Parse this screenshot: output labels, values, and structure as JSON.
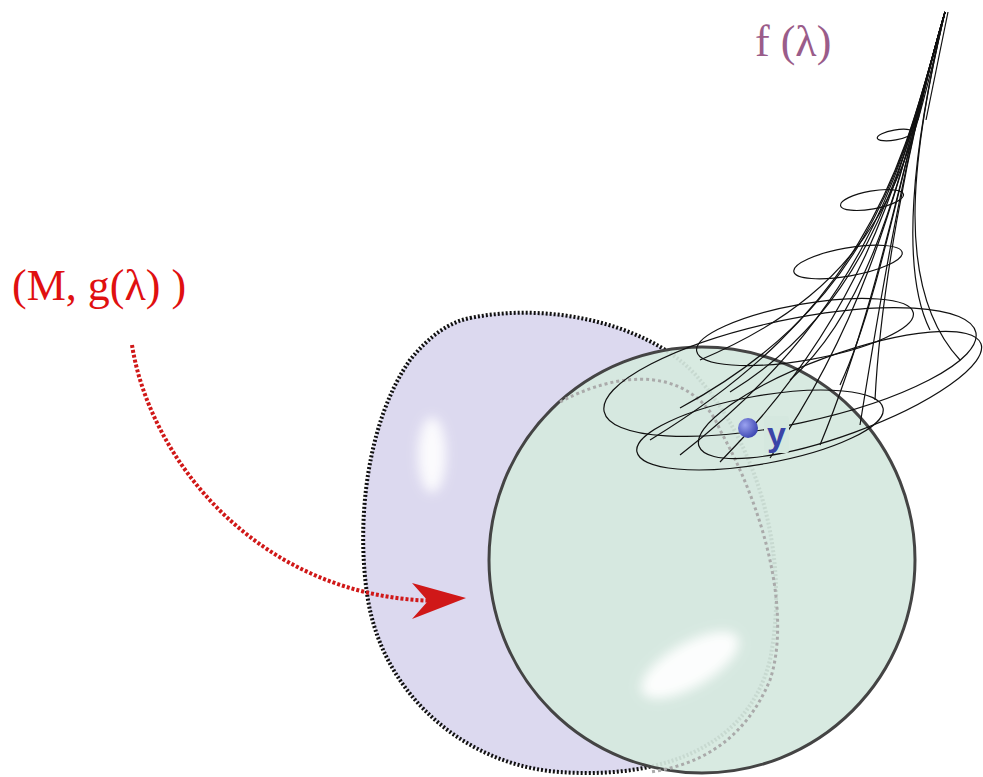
{
  "diagram": {
    "labels": [
      "(M, g(λ) )",
      "f (λ)",
      "y"
    ]
  }
}
